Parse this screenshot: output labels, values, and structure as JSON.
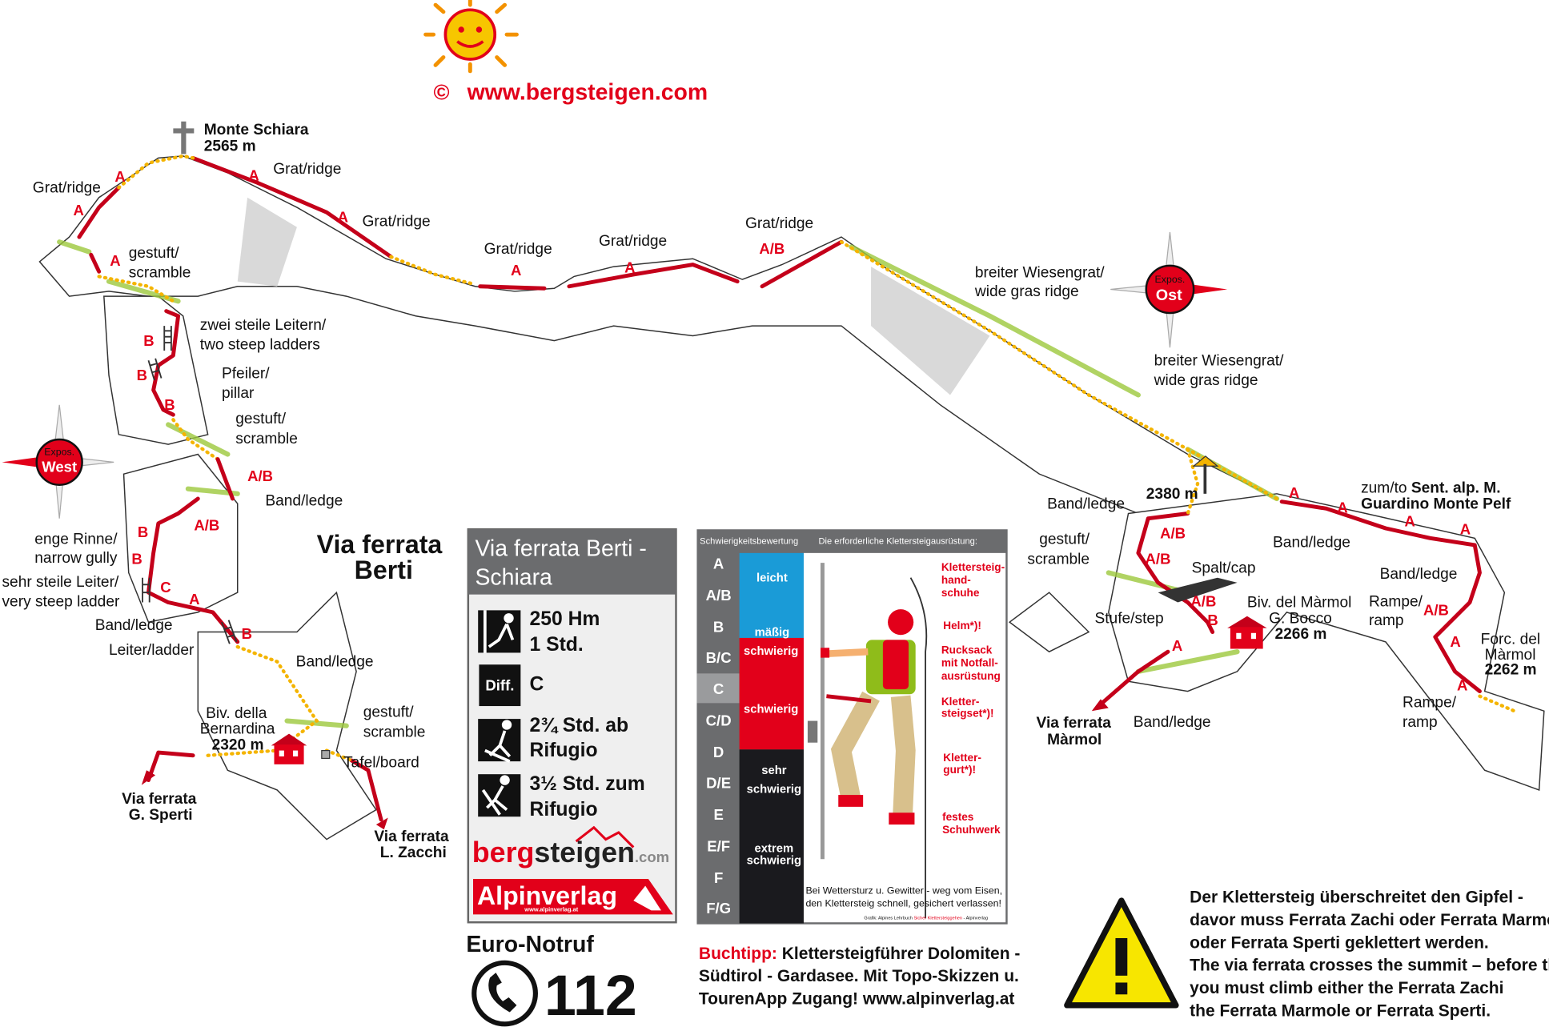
{
  "header": {
    "copyright": "©",
    "url": "www.bergsteigen.com"
  },
  "summit": {
    "name": "Monte Schiara",
    "elevation": "2565 m"
  },
  "route_title": {
    "line1": "Via ferrata",
    "line2": "Berti"
  },
  "terrain_left": [
    "Grat/ridge",
    "Grat/ridge",
    "Grat/ridge",
    "Grat/ridge",
    "Grat/ridge",
    "Grat/ridge",
    "gestuft/",
    "scramble",
    "zwei steile Leitern/",
    "two steep ladders",
    "Pfeiler/",
    "pillar",
    "gestuft/",
    "scramble",
    "Band/ledge",
    "enge Rinne/",
    "narrow gully",
    "sehr steile Leiter/",
    "very steep ladder",
    "Band/ledge",
    "Leiter/ladder",
    "Band/ledge",
    "gestuft/",
    "scramble",
    "Tafel/board"
  ],
  "huts": {
    "bernardina": {
      "line1": "Biv. della",
      "line2": "Bernardina",
      "elevation": "2320 m"
    },
    "bocco": {
      "line1": "Biv. del Màrmol",
      "line2": "G. Bocco",
      "elevation": "2266 m"
    },
    "forcella": {
      "line1": "Forc. del",
      "line2": "Màrmol",
      "elevation": "2262 m"
    }
  },
  "exits": {
    "sperti": {
      "line1": "Via ferrata",
      "line2": "G. Sperti"
    },
    "zacchi": {
      "line1": "Via ferrata",
      "line2": "L. Zacchi"
    },
    "marmol": {
      "line1": "Via ferrata",
      "line2": "Màrmol"
    }
  },
  "compass": {
    "west": {
      "label": "Expos.",
      "direction": "West"
    },
    "east": {
      "label": "Expos.",
      "direction": "Ost"
    }
  },
  "terrain_right": [
    "breiter Wiesengrat/",
    "wide gras ridge",
    "breiter Wiesengrat/",
    "wide gras ridge",
    "2380 m",
    "Band/ledge",
    "gestuft/",
    "scramble",
    "zum/to ",
    "Sent. alp. M.",
    "Guardino Monte Pelf",
    "Band/ledge",
    "Band/ledge",
    "Spalt/cap",
    "Stufe/step",
    "Rampe/",
    "ramp",
    "Rampe/",
    "ramp",
    "Band/ledge"
  ],
  "grades_left": [
    "A",
    "A",
    "A",
    "A",
    "A",
    "A",
    "A",
    "A/B",
    "B",
    "B",
    "B",
    "A/B",
    "A/B",
    "B",
    "B",
    "C",
    "A",
    "B"
  ],
  "grades_right": [
    "A",
    "A",
    "A",
    "A",
    "A/B",
    "A/B",
    "A/B",
    "B",
    "A",
    "A/B",
    "A",
    "A"
  ],
  "infobox": {
    "title1": "Via ferrata Berti -",
    "title2": "Schiara",
    "ascent": "250 Hm",
    "ascent_time": "1 Std.",
    "diff_label": "Diff.",
    "difficulty": "C",
    "approach1": "2¾ Std. ab",
    "approach2": "Rifugio",
    "descent1": "3½ Std. zum",
    "descent2": "Rifugio",
    "logo1_a": "berg",
    "logo1_b": "steigen",
    "logo1_c": ".com",
    "logo2": "Alpinverlag",
    "logo2_url": "www.alpinverlag.at"
  },
  "emergency": {
    "label": "Euro-Notruf",
    "number": "112"
  },
  "scale": {
    "header_left": "Schwierigkeitsbewertung",
    "header_right": "Die erforderliche Klettersteigausrüstung:",
    "grades": [
      "A",
      "A/B",
      "B",
      "B/C",
      "C",
      "C/D",
      "D",
      "D/E",
      "E",
      "E/F",
      "F",
      "F/G"
    ],
    "current": "C",
    "bands": [
      "leicht",
      "mäßig",
      "schwierig",
      "schwierig",
      "sehr",
      "schwierig",
      "extrem",
      "schwierig"
    ],
    "colors": {
      "easy": "#1a9bd7",
      "hard": "#e2001a",
      "very_hard": "#1a1a1e",
      "grade_col": "#6b6c6e",
      "current": "#9a9b9d"
    },
    "equipment": [
      "Klettersteig-",
      "hand-",
      "schuhe",
      "Helm*)!",
      "Rucksack",
      "mit Notfall-",
      "ausrüstung",
      "Kletter-",
      "steigset*)!",
      "Kletter-",
      "gurt*)!",
      "festes",
      "Schuhwerk"
    ],
    "note1": "Bei Wettersturz u. Gewitter - weg vom Eisen,",
    "note2": "den Klettersteig schnell, gesichert verlassen!",
    "credit_a": "Grafik: Alpines Lehrbuch ",
    "credit_b": "Sicher Klettersteiggehen",
    "credit_c": " - Alpinverlag"
  },
  "book": {
    "label": "Buchtipp:",
    "line1": " Klettersteigführer Dolomiten -",
    "line2": "Südtirol - Gardasee. Mit Topo-Skizzen u.",
    "line3": "TourenApp Zugang! www.alpinverlag.at"
  },
  "warning": [
    "Der Klettersteig überschreitet den Gipfel -",
    "davor muss Ferrata Zachi oder Ferrata Marmole",
    "oder Ferrata Sperti geklettert werden.",
    "The via ferrata crosses the summit – before that,",
    "you must climb either the Ferrata Zachi",
    "the Ferrata Marmole or Ferrata Sperti."
  ]
}
